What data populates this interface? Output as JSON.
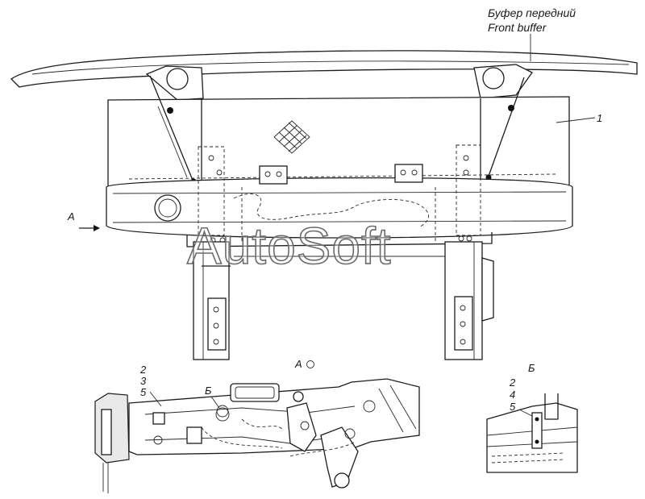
{
  "title": {
    "ru": "Буфер передний",
    "en": "Front buffer"
  },
  "callouts": {
    "part_1": "1",
    "view_a_arrow": "A",
    "view_a_caption": "A",
    "view_b_caption": "Б",
    "view_a_parts": [
      "2",
      "3",
      "5"
    ],
    "view_a_detail_marker": "Б",
    "view_b_parts": [
      "2",
      "4",
      "5"
    ]
  },
  "watermark": "AutoSoft",
  "colors": {
    "line": "#1c1c1c",
    "paper": "#ffffff",
    "watermark_outline": "#6a6a6a"
  }
}
